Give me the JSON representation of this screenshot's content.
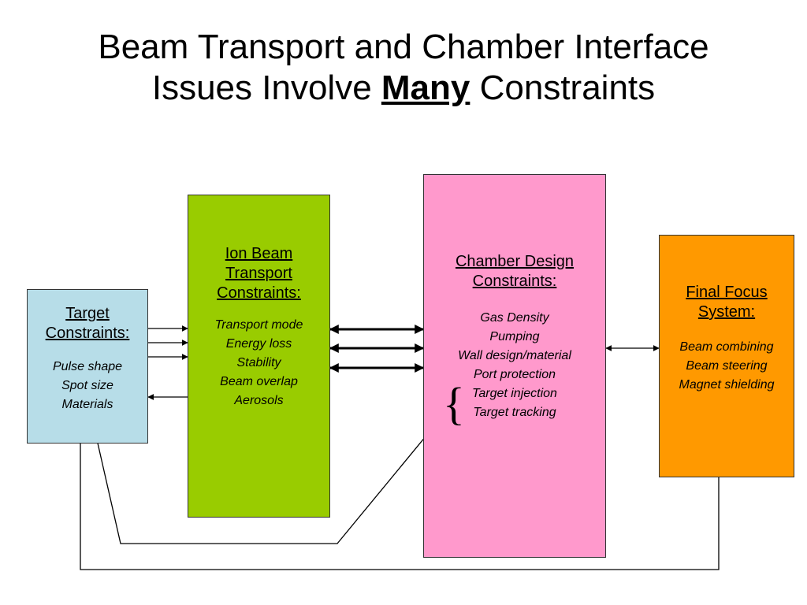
{
  "title": {
    "line1": "Beam Transport and Chamber Interface",
    "line2_prefix": "Issues Involve ",
    "line2_emph": "Many",
    "line2_suffix": " Constraints"
  },
  "boxes": {
    "target": {
      "heading_line1": "Target",
      "heading_line2": "Constraints:",
      "items": [
        "Pulse shape",
        "Spot size",
        "Materials"
      ],
      "color": "#b7dde8"
    },
    "ion_beam": {
      "heading_line1": "Ion Beam",
      "heading_line2": "Transport",
      "heading_line3": "Constraints:",
      "items": [
        "Transport mode",
        "Energy loss",
        "Stability",
        "Beam overlap",
        "Aerosols"
      ],
      "color": "#99cc00"
    },
    "chamber": {
      "heading_line1": "Chamber Design",
      "heading_line2": "Constraints:",
      "items": [
        "Gas Density",
        "Pumping",
        "Wall design/material",
        "Port protection",
        "Target injection",
        "Target tracking"
      ],
      "brace": "{",
      "color": "#ff99cc"
    },
    "final_focus": {
      "heading_line1": "Final Focus",
      "heading_line2": "System:",
      "items": [
        "Beam combining",
        "Beam steering",
        "Magnet shielding"
      ],
      "color": "#ff9900"
    }
  }
}
